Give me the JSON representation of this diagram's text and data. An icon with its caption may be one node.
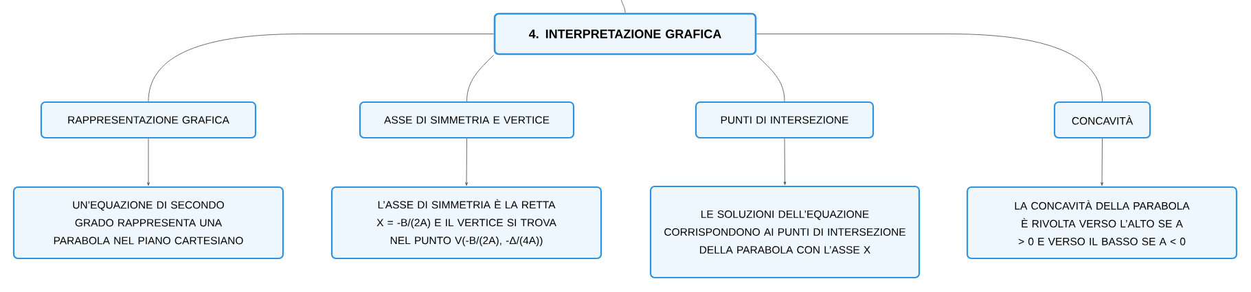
{
  "diagram": {
    "nodes": [
      {
        "text": [
          "4. INTERPRETAZIONE GRAFICA"
        ]
      },
      {
        "text": [
          "RAPPRESENTAZIONE GRAFICA"
        ]
      },
      {
        "text": [
          "ASSE DI SIMMETRIA E VERTICE"
        ]
      },
      {
        "text": [
          "PUNTI DI INTERSEZIONE"
        ]
      },
      {
        "text": [
          "CONCAVITÀ"
        ]
      },
      {
        "text": [
          "UN’EQUAZIONE DI SECONDO GRADO RAPPRESENTA UNA PARABOLA NEL PIANO CARTESIANO"
        ]
      },
      {
        "text": [
          "L’ASSE DI SIMMETRIA È LA RETTA X = -B/(2A) E IL VERTICE SI TROVA NEL PUNTO V(-B/(2A), -Δ/(4A))"
        ]
      },
      {
        "text": [
          "LE SOLUZIONI DELL’EQUAZIONE CORRISPONDONO AI PUNTI DI INTERSEZIONE DELLA PARABOLA CON L’ASSE X"
        ]
      },
      {
        "text": [
          "LA CONCAVITÀ DELLA PARABOLA È RIVOLTA VERSO L’ALTO SE A > 0 E VERSO IL BASSO SE A < 0"
        ]
      }
    ],
    "edges": [
      {
        "from": null,
        "to": 0,
        "arrow": "none"
      },
      {
        "from": 0,
        "to": 1,
        "arrow": "none"
      },
      {
        "from": 0,
        "to": 2,
        "arrow": "none"
      },
      {
        "from": 0,
        "to": 3,
        "arrow": "none"
      },
      {
        "from": 0,
        "to": 4,
        "arrow": "none"
      },
      {
        "from": 1,
        "to": 5,
        "arrow": "to"
      },
      {
        "from": 2,
        "to": 6,
        "arrow": "to"
      },
      {
        "from": 3,
        "to": 7,
        "arrow": "to"
      },
      {
        "from": 4,
        "to": 8,
        "arrow": "to"
      }
    ]
  }
}
